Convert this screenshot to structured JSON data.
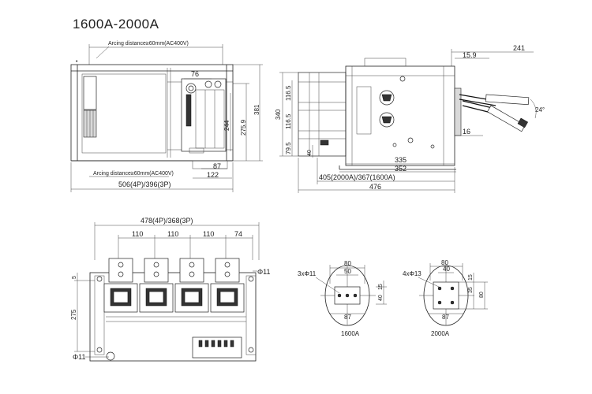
{
  "title": "1600A-2000A",
  "front_view": {
    "arcing_top": "Arcing distance≥60mm(AC400V)",
    "arcing_bottom": "Arcing distance≥60mm(AC400V)",
    "dim_76": "76",
    "dim_244": "244",
    "dim_275_9": "275.9",
    "dim_381": "381",
    "dim_87": "87",
    "dim_122": "122",
    "dim_width": "506(4P)/396(3P)"
  },
  "side_view": {
    "dim_340": "340",
    "dim_116_5_top": "116.5",
    "dim_116_5_bot": "116.5",
    "dim_79_5": "79.5",
    "dim_40": "40",
    "dim_241": "241",
    "dim_15_9": "15.9",
    "dim_16": "16",
    "angle_24": "24°",
    "dim_335": "335",
    "dim_352": "352",
    "dim_405": "405(2000A)/367(1600A)",
    "dim_476": "476"
  },
  "bottom_view": {
    "dim_478": "478(4P)/368(3P)",
    "dim_110_a": "110",
    "dim_110_b": "110",
    "dim_110_c": "110",
    "dim_74": "74",
    "dim_5": "5",
    "dim_275": "275",
    "hole_top": "Φ11",
    "hole_bottom": "Φ11"
  },
  "terminal_1600": {
    "holes": "3xΦ11",
    "dim_80": "80",
    "dim_50": "50",
    "dim_15": "15",
    "dim_40": "40",
    "dim_87": "87",
    "label": "1600A"
  },
  "terminal_2000": {
    "holes": "4xΦ13",
    "dim_80": "80",
    "dim_40": "40",
    "dim_15": "15",
    "dim_35": "35",
    "dim_80_v": "80",
    "dim_87": "87",
    "label": "2000A"
  }
}
